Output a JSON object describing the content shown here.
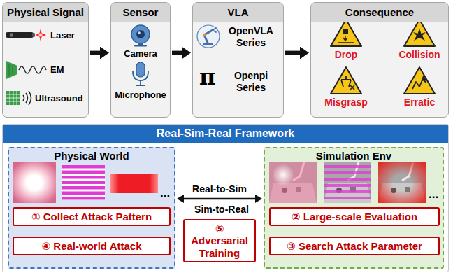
{
  "diagram": {
    "nodes": [
      {
        "text": [
          "Physical Signal"
        ]
      },
      {
        "text": [
          "Sensor"
        ]
      },
      {
        "text": [
          "VLA"
        ]
      },
      {
        "text": [
          "Consequence"
        ]
      },
      {
        "text": [
          "Real-Sim-Real Framework"
        ]
      },
      {
        "text": [
          "Physical World"
        ],
        "in": 4
      },
      {
        "text": [
          "① Collect Attack Pattern"
        ],
        "in": 5
      },
      {
        "text": [
          "④ Real-world Attack"
        ],
        "in": 5
      },
      {
        "text": [
          "⑤ Adversarial Training"
        ],
        "in": 4
      },
      {
        "text": [
          "Simulation Env"
        ],
        "in": 4
      },
      {
        "text": [
          "② Large-scale Evaluation"
        ],
        "in": 9
      },
      {
        "text": [
          "③ Search Attack Parameter"
        ],
        "in": 9
      }
    ],
    "edges": [
      {
        "from": 0,
        "to": 1,
        "arrow": "to"
      },
      {
        "from": 1,
        "to": 2,
        "arrow": "to"
      },
      {
        "from": 2,
        "to": 3,
        "arrow": "to"
      },
      {
        "from": 5,
        "to": 9,
        "label": "Real-to-Sim",
        "arrow": "both"
      }
    ],
    "labels": [
      "Laser",
      "EM",
      "Ultrasound",
      "Camera",
      "Microphone",
      "OpenVLA Series",
      "π",
      "Openpi Series",
      "Drop",
      "Collision",
      "Misgrasp",
      "Erratic",
      "...",
      "Sim-to-Real",
      "..."
    ]
  }
}
